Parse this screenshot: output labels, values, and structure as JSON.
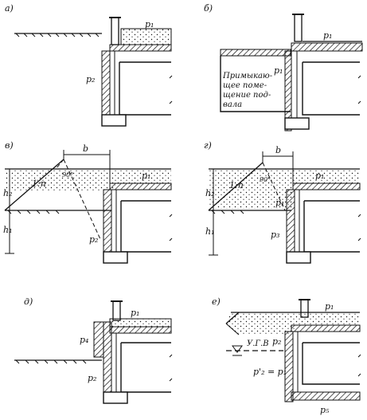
{
  "panels": {
    "a": {
      "letter": "а)",
      "labels": [
        {
          "t": "p₁"
        },
        {
          "t": "p₂"
        }
      ]
    },
    "b": {
      "letter": "б)",
      "labels": [
        {
          "t": "p₁"
        },
        {
          "t": "p₁"
        }
      ],
      "note": [
        "Примыкаю-",
        "щее поме-",
        "щение под-",
        "вала"
      ]
    },
    "v": {
      "letter": "в)",
      "labels": [
        {
          "t": "b"
        },
        {
          "t": "p₁"
        },
        {
          "t": "h₂"
        },
        {
          "t": "h₁"
        },
        {
          "t": "1:n"
        },
        {
          "t": "90°"
        },
        {
          "t": "p₂"
        }
      ]
    },
    "g": {
      "letter": "г)",
      "labels": [
        {
          "t": "b"
        },
        {
          "t": "p₁"
        },
        {
          "t": "h₂"
        },
        {
          "t": "h₁"
        },
        {
          "t": "1:n"
        },
        {
          "t": "90°"
        },
        {
          "t": "p₁"
        },
        {
          "t": "p₃"
        }
      ]
    },
    "d": {
      "letter": "д)",
      "labels": [
        {
          "t": "p₁"
        },
        {
          "t": "p₄"
        },
        {
          "t": "p₂"
        }
      ]
    },
    "e": {
      "letter": "е)",
      "labels": [
        {
          "t": "p₁"
        },
        {
          "t": "У.Г.В"
        },
        {
          "t": "p₂"
        },
        {
          "t": "p'₂ = p₁"
        },
        {
          "t": "p₅"
        }
      ]
    }
  },
  "colors": {
    "ink": "#111111",
    "paper": "#ffffff"
  }
}
